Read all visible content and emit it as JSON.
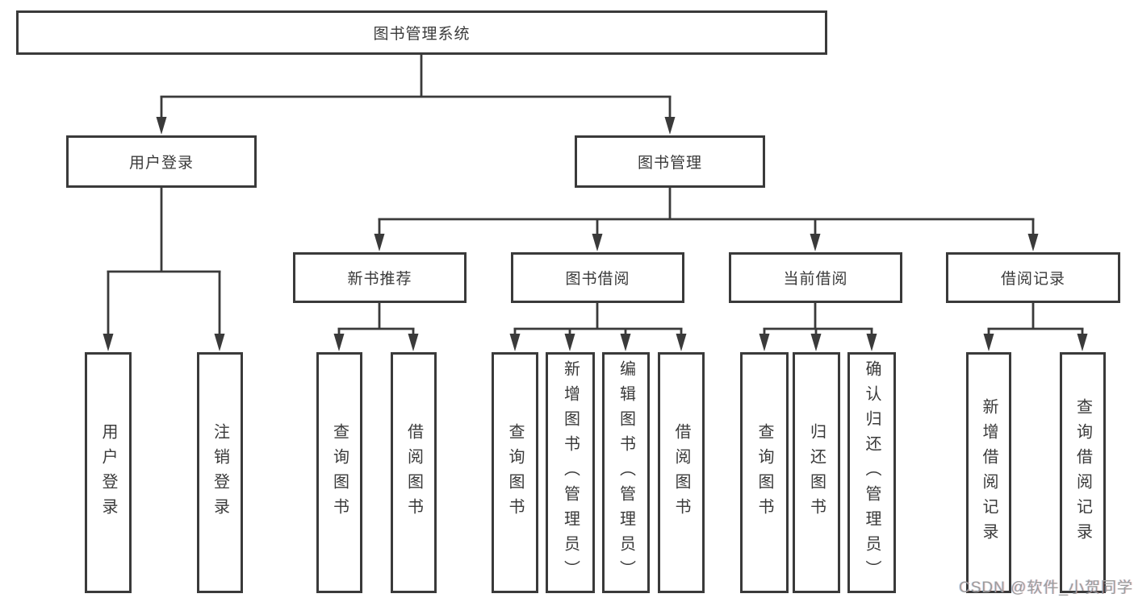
{
  "root": {
    "label": "图书管理系统"
  },
  "level2": [
    {
      "id": "user-login",
      "label": "用户登录"
    },
    {
      "id": "book-management",
      "label": "图书管理"
    }
  ],
  "level3": [
    {
      "id": "new-book-recommend",
      "label": "新书推荐"
    },
    {
      "id": "book-borrowing",
      "label": "图书借阅"
    },
    {
      "id": "current-borrowing",
      "label": "当前借阅"
    },
    {
      "id": "borrowing-records",
      "label": "借阅记录"
    }
  ],
  "leaves": [
    {
      "id": "user-login",
      "parent": "用户登录",
      "label": "用户登录"
    },
    {
      "id": "logout",
      "parent": "用户登录",
      "label": "注销登录"
    },
    {
      "id": "query-books-1",
      "parent": "新书推荐",
      "label": "查询图书"
    },
    {
      "id": "borrow-books-1",
      "parent": "新书推荐",
      "label": "借阅图书"
    },
    {
      "id": "query-books-2",
      "parent": "图书借阅",
      "label": "查询图书"
    },
    {
      "id": "add-books-admin",
      "parent": "图书借阅",
      "label": "新增图书（管理员）"
    },
    {
      "id": "edit-books-admin",
      "parent": "图书借阅",
      "label": "编辑图书（管理员）"
    },
    {
      "id": "borrow-books-2",
      "parent": "图书借阅",
      "label": "借阅图书"
    },
    {
      "id": "query-books-3",
      "parent": "当前借阅",
      "label": "查询图书"
    },
    {
      "id": "return-books",
      "parent": "当前借阅",
      "label": "归还图书"
    },
    {
      "id": "confirm-return-admin",
      "parent": "当前借阅",
      "label": "确认归还（管理员）"
    },
    {
      "id": "add-borrow-record",
      "parent": "借阅记录",
      "label": "新增借阅记录"
    },
    {
      "id": "query-borrow-record",
      "parent": "借阅记录",
      "label": "查询借阅记录"
    }
  ],
  "watermark": {
    "text": "CSDN @软件_小贺同学"
  },
  "colors": {
    "line": "#3a3a3a",
    "border": "#3a3a3a",
    "text": "#3a3a3a",
    "background": "#ffffff",
    "watermark": "#9c9c9c"
  }
}
